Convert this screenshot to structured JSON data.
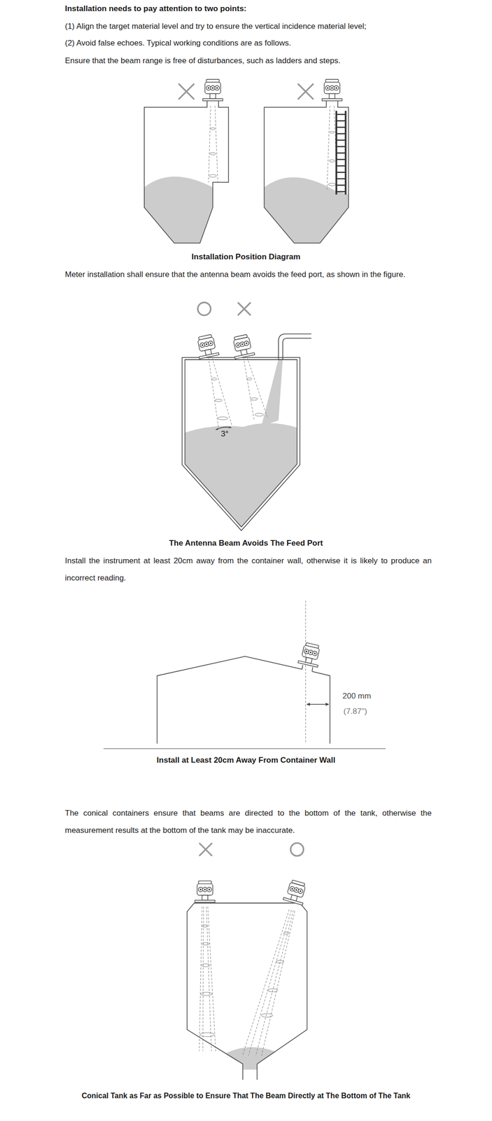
{
  "diagram": {
    "title": "Installation needs to pay attention to two points:",
    "labels": [
      "(1) Align the target material level and try to ensure the vertical incidence material level;",
      "(2) Avoid false echoes. Typical working conditions are as follows.",
      "Ensure that the beam range is free of disturbances, such as ladders and steps.",
      "Installation Position Diagram",
      "Meter installation shall ensure that the antenna beam avoids the feed port, as shown in the figure.",
      "3°",
      "The Antenna Beam Avoids The Feed Port",
      "Install the instrument at least 20cm away from the container wall, otherwise it is likely to produce an incorrect reading.",
      "200 mm",
      "(7.87'')",
      "Install at Least 20cm Away From Container Wall",
      "The conical containers ensure that beams are directed to the bottom of the tank, otherwise the measurement results at the bottom of the tank may be inaccurate.",
      "Conical Tank as Far as Possible to Ensure That The Beam Directly at The Bottom of The Tank"
    ]
  }
}
